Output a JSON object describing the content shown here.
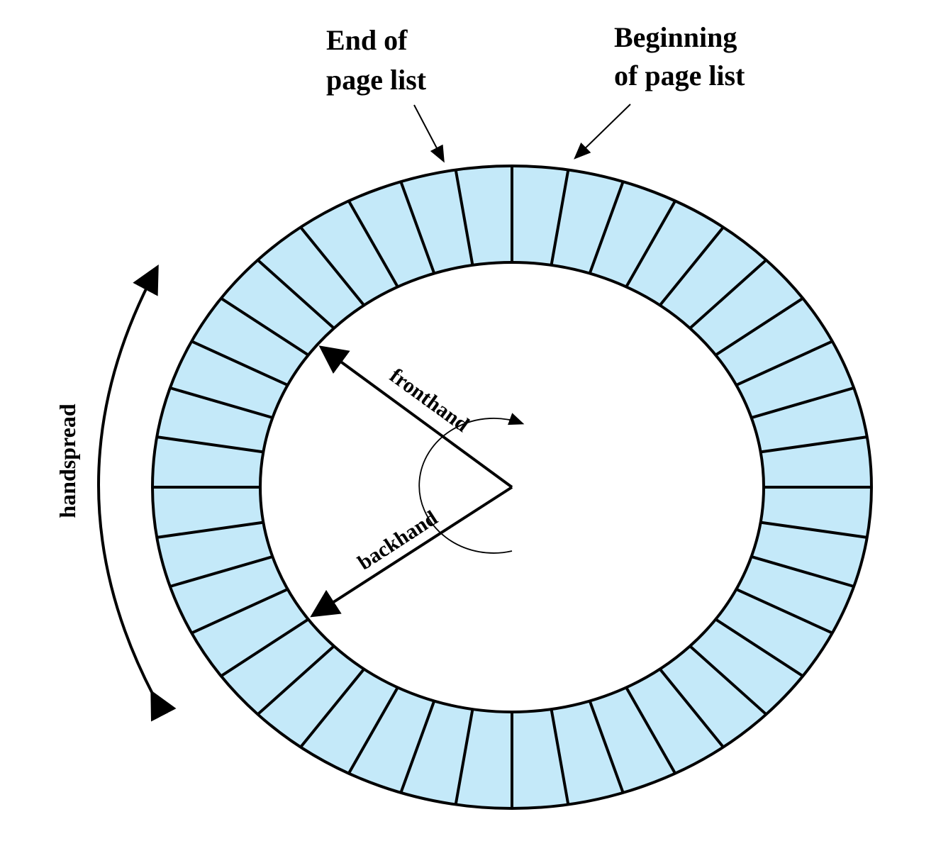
{
  "labels": {
    "end_line1": "End of",
    "end_line2": "page list",
    "begin_line1": "Beginning",
    "begin_line2": "of page list",
    "fronthand": "fronthand",
    "backhand": "backhand",
    "handspread": "handspread"
  },
  "ring": {
    "segments": 40,
    "fill_color": "#c4e9f9",
    "stroke_color": "#000000"
  }
}
